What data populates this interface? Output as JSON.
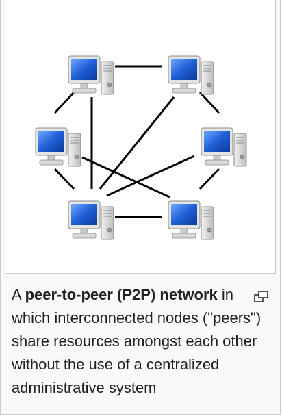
{
  "figure": {
    "caption": {
      "prefix": "A ",
      "bold": "peer-to-peer (P2P) network",
      "suffix": " in which interconnected nodes (\"peers\") share resources amongst each other without the use of a centralized administrative system"
    },
    "enlarge_icon": "magnify-clip-icon",
    "computer_icon": "desktop-computer-icon",
    "colors": {
      "screen": "#1f5fd6",
      "edge": "#000000",
      "border": "#c8ccd1",
      "text": "#202122"
    }
  }
}
